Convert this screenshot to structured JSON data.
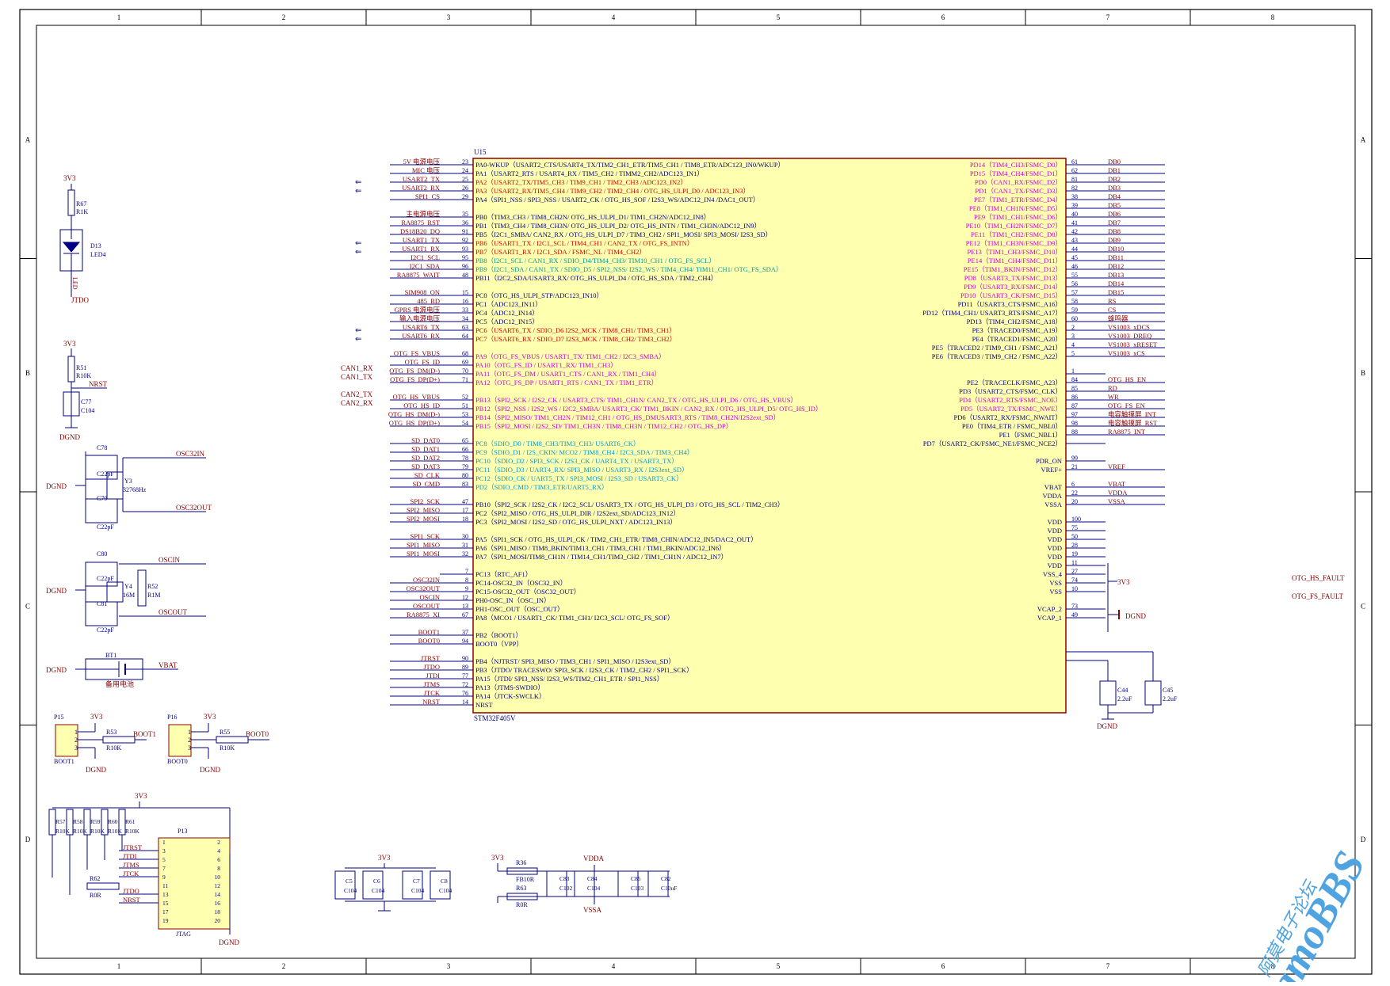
{
  "frame": {
    "col_labels": [
      "1",
      "2",
      "3",
      "4",
      "5",
      "6",
      "7",
      "8"
    ],
    "row_labels": [
      "A",
      "B",
      "C",
      "D"
    ]
  },
  "mcu": {
    "designator": "U15",
    "part": "STM32F405V",
    "left_pins": [
      {
        "net": "5V 电源电压",
        "num": "23",
        "fn": "PA0-WKUP（USART2_CTS/USART4_TX/TIM2_CH1_ETR/TIM5_CH1 / TIM8_ETR/ADC123_IN0/WKUP）",
        "net_c": "#8B0000",
        "fn_c": "#000080"
      },
      {
        "net": "MIC 电压",
        "num": "24",
        "fn": "PA1（USART2_RTS / USART4_RX / TIM5_CH2 / TIMM2_CH2/ADC123_IN1）",
        "net_c": "#8B0000",
        "fn_c": "#000080"
      },
      {
        "net": "USART2_TX",
        "num": "25",
        "fn": "PA2（USART2_TX/TIM5_CH3 / TIM9_CH1 / TIM2_CH3 /ADC123_IN2）",
        "net_c": "#8B0000",
        "fn_c": "#CC0000",
        "arrow": true
      },
      {
        "net": "USART2_RX",
        "num": "26",
        "fn": "PA3（USART2_RX/TIM5_CH4 / TIM9_CH2 / TIM2_CH4 / OTG_HS_ULPI_D0 / ADC123_IN3）",
        "net_c": "#8B0000",
        "fn_c": "#CC0000",
        "arrow": true
      },
      {
        "net": "SPI1_CS",
        "num": "29",
        "fn": "PA4（SPI1_NSS / SPI3_NSS / USART2_CK / OTG_HS_SOF / I2S3_WS/ADC12_IN4 /DAC1_OUT）",
        "net_c": "#8B0000",
        "fn_c": "#000080"
      },
      {
        "net": "主电源电压",
        "num": "35",
        "fn": "PB0（TIM3_CH3 / TIM8_CH2N/ OTG_HS_ULPI_D1/ TIM1_CH2N/ADC12_IN8）",
        "net_c": "#8B0000",
        "fn_c": "#000080"
      },
      {
        "net": "RA8875_RST",
        "num": "36",
        "fn": "PB1（TIM3_CH4 / TIM8_CH3N/ OTG_HS_ULPI_D2/ OTG_HS_INTN / TIM1_CH3N/ADC12_IN9）",
        "net_c": "#8B0000",
        "fn_c": "#000080"
      },
      {
        "net": "DS18B20_DQ",
        "num": "91",
        "fn": "PB5（I2C1_SMBA/ CAN2_RX / OTG_HS_ULPI_D7 / TIM3_CH2 / SPI1_MOSI/ SPI3_MOSI/ I2S3_SD）",
        "net_c": "#8B0000",
        "fn_c": "#000080"
      },
      {
        "net": "USART1_TX",
        "num": "92",
        "fn": "PB6（USART1_TX / I2C1_SCL / TIM4_CH1 / CAN2_TX / OTG_FS_INTN）",
        "net_c": "#8B0000",
        "fn_c": "#CC0000",
        "arrow": true
      },
      {
        "net": "USART1_RX",
        "num": "93",
        "fn": "PB7（USART1_RX / I2C1_SDA / FSMC_NL / TIM4_CH2）",
        "net_c": "#8B0000",
        "fn_c": "#CC0000",
        "arrow": true
      },
      {
        "net": "I2C1_SCL",
        "num": "95",
        "fn": "PB8（I2C1_SCL / CAN1_RX / SDIO_D4/TIM4_CH3/ TIM10_CH1 / OTG_FS_SCL）",
        "net_c": "#8B0000",
        "fn_c": "#009999"
      },
      {
        "net": "I2C1_SDA",
        "num": "96",
        "fn": "PB9（I2C1_SDA / CAN1_TX / SDIO_D5 / SPI2_NSS/ I2S2_WS / TIM4_CH4/ TIM11_CH1/ OTG_FS_SDA）",
        "net_c": "#8B0000",
        "fn_c": "#009999"
      },
      {
        "net": "RA8875_WAIT",
        "num": "48",
        "fn": "PB11（I2C2_SDA/USART3_RX/ OTG_HS_ULPI_D4 / OTG_HS_SDA / TIM2_CH4）",
        "net_c": "#8B0000",
        "fn_c": "#000080"
      },
      {
        "net": "SIM908_ON",
        "num": "15",
        "fn": "PC0（OTG_HS_ULPI_STP/ADC123_IN10）",
        "net_c": "#8B0000",
        "fn_c": "#000080"
      },
      {
        "net": "485_RD",
        "num": "16",
        "fn": "PC1（ADC123_IN11）",
        "net_c": "#8B0000",
        "fn_c": "#000080"
      },
      {
        "net": "GPRS 电源电压",
        "num": "33",
        "fn": "PC4（ADC12_IN14）",
        "net_c": "#8B0000",
        "fn_c": "#000080"
      },
      {
        "net": "输入电源电压",
        "num": "34",
        "fn": "PC5（ADC12_IN15）",
        "net_c": "#8B0000",
        "fn_c": "#000080"
      },
      {
        "net": "USART6_TX",
        "num": "63",
        "fn": "PC6（USART6_TX / SDIO_D6 I2S2_MCK / TIM8_CH1/ TIM3_CH1）",
        "net_c": "#8B0000",
        "fn_c": "#CC0000",
        "arrow": true
      },
      {
        "net": "USART6_RX",
        "num": "64",
        "fn": "PC7（USART6_RX / SDIO_D7 I2S3_MCK / TIM8_CH2/ TIM3_CH2）",
        "net_c": "#8B0000",
        "fn_c": "#CC0000",
        "arrow": true
      },
      {
        "net": "OTG_FS_VBUS",
        "num": "68",
        "fn": "PA9（OTG_FS_VBUS / USART1_TX/ TIM1_CH2 / I2C3_SMBA）",
        "net_c": "#8B0000",
        "fn_c": "#CC00CC"
      },
      {
        "net": "OTG_FS_ID",
        "num": "69",
        "fn": "PA10（OTG_FS_ID / USART1_RX/ TIM1_CH3）",
        "net_c": "#8B0000",
        "fn_c": "#CC00CC"
      },
      {
        "net": "OTG_FS_DM(D-)",
        "num": "70",
        "fn": "PA11（OTG_FS_DM / USART1_CTS / CAN1_RX / TIM1_CH4）",
        "net_c": "#8B0000",
        "fn_c": "#CC00CC"
      },
      {
        "net": "OTG_FS_DP(D+)",
        "num": "71",
        "fn": "PA12（OTG_FS_DP / USART1_RTS / CAN1_TX / TIM1_ETR）",
        "net_c": "#8B0000",
        "fn_c": "#CC00CC"
      },
      {
        "net": "OTG_HS_VBUS",
        "num": "52",
        "fn": "PB13（SPI2_SCK / I2S2_CK / USART3_CTS/ TIM1_CH1N/ CAN2_TX / OTG_HS_ULPI_D6 / OTG_HS_VBUS）",
        "net_c": "#8B0000",
        "fn_c": "#CC00CC"
      },
      {
        "net": "OTG_HS_ID",
        "num": "51",
        "fn": "PB12（SPI2_NSS / I2S2_WS / I2C2_SMBA/ USART3_CK/ TIM1_BKIN / CAN2_RX / OTG_HS_ULPI_D5/ OTG_HS_ID）",
        "net_c": "#8B0000",
        "fn_c": "#CC00CC"
      },
      {
        "net": "OTG_HS_DM(D-)",
        "num": "53",
        "fn": "PB14（SPI2_MISO/ TIM1_CH2N / TIM12_CH1 / OTG_HS_DMUSART3_RTS / TIM8_CH2N/I2S2ext_SD）",
        "net_c": "#8B0000",
        "fn_c": "#CC00CC"
      },
      {
        "net": "OTG_HS_DP(D+)",
        "num": "54",
        "fn": "PB15（SPI2_MOSI / I2S2_SD/ TIM1_CH3N / TIM8_CH3N / TIM12_CH2 / OTG_HS_DP）",
        "net_c": "#8B0000",
        "fn_c": "#CC00CC"
      },
      {
        "net": "SD_DAT0",
        "num": "65",
        "fn": "PC8（SDIO_D0 / TIM8_CH3/TIM3_CH3/ USART6_CK）",
        "net_c": "#8B0000",
        "fn_c": "#0099CC"
      },
      {
        "net": "SD_DAT1",
        "num": "66",
        "fn": "PC9（SDIO_D1 / I2S_CKIN/ MCO2 / TIM8_CH4 / I2C3_SDA / TIM3_CH4）",
        "net_c": "#8B0000",
        "fn_c": "#0099CC"
      },
      {
        "net": "SD_DAT2",
        "num": "78",
        "fn": "PC10（SDIO_D2 / SPI3_SCK / I2S3_CK / UART4_TX / USART3_TX）",
        "net_c": "#8B0000",
        "fn_c": "#0099CC"
      },
      {
        "net": "SD_DAT3",
        "num": "79",
        "fn": "PC11（SDIO_D3 / UART4_RX/ SPI3_MISO / USART3_RX / I2S3ext_SD）",
        "net_c": "#8B0000",
        "fn_c": "#0099CC"
      },
      {
        "net": "SD_CLK",
        "num": "80",
        "fn": "PC12（SDIO_CK / UART5_TX / SPI3_MOSI / I2S3_SD / USART3_CK）",
        "net_c": "#8B0000",
        "fn_c": "#0099CC"
      },
      {
        "net": "SD_CMD",
        "num": "83",
        "fn": "PD2（SDIO_CMD / TIM3_ETR/UART5_RX）",
        "net_c": "#8B0000",
        "fn_c": "#0099CC"
      },
      {
        "net": "SPI2_SCK",
        "num": "47",
        "fn": "PB10（SPI2_SCK / I2S2_CK / I2C2_SCL/ USART3_TX / OTG_HS_ULPI_D3 / OTG_HS_SCL / TIM2_CH3）",
        "net_c": "#8B0000",
        "fn_c": "#000080"
      },
      {
        "net": "SPI2_MISO",
        "num": "17",
        "fn": "PC2（SPI2_MISO / OTG_HS_ULPI_DIR / I2S2ext_SD/ADC123_IN12）",
        "net_c": "#8B0000",
        "fn_c": "#000080"
      },
      {
        "net": "SPI2_MOSI",
        "num": "18",
        "fn": "PC3（SPI2_MOSI / I2S2_SD / OTG_HS_ULPI_NXT / ADC123_IN13）",
        "net_c": "#8B0000",
        "fn_c": "#000080"
      },
      {
        "net": "SPI1_SCK",
        "num": "30",
        "fn": "PA5（SPI1_SCK / OTG_HS_ULPI_CK / TIM2_CH1_ETR/ TIM8_CHIN/ADC12_IN5/DAC2_OUT）",
        "net_c": "#8B0000",
        "fn_c": "#000080"
      },
      {
        "net": "SPI1_MISO",
        "num": "31",
        "fn": "PA6（SPI1_MISO / TIM8_BKIN/TIM13_CH1 / TIM3_CH1 / TIM1_BKIN/ADC12_IN6）",
        "net_c": "#8B0000",
        "fn_c": "#000080"
      },
      {
        "net": "SPI1_MOSI",
        "num": "32",
        "fn": "PA7（SPI1_MOSI/TIM8_CH1N / TIM14_CH1/TIM3_CH2 / TIM1_CH1N / ADC12_IN7）",
        "net_c": "#8B0000",
        "fn_c": "#000080"
      },
      {
        "net": "",
        "num": "7",
        "fn": "PC13（RTC_AF1）",
        "net_c": "#8B0000",
        "fn_c": "#000080"
      },
      {
        "net": "OSC32IN",
        "num": "8",
        "fn": "PC14-OSC32_IN（OSC32_IN）",
        "net_c": "#8B0000",
        "fn_c": "#000080"
      },
      {
        "net": "OSC32OUT",
        "num": "9",
        "fn": "PC15-OSC32_OUT（OSC32_OUT）",
        "net_c": "#8B0000",
        "fn_c": "#000080"
      },
      {
        "net": "OSCIN",
        "num": "12",
        "fn": "PH0-OSC_IN（OSC_IN）",
        "net_c": "#8B0000",
        "fn_c": "#000080"
      },
      {
        "net": "OSCOUT",
        "num": "13",
        "fn": "PH1-OSC_OUT（OSC_OUT）",
        "net_c": "#8B0000",
        "fn_c": "#000080"
      },
      {
        "net": "RA8875_XI",
        "num": "67",
        "fn": "PA8（MCO1 / USART1_CK/ TIM1_CH1/ I2C3_SCL/ OTG_FS_SOF）",
        "net_c": "#8B0000",
        "fn_c": "#000080"
      },
      {
        "net": "BOOT1",
        "num": "37",
        "fn": "PB2（BOOT1）",
        "net_c": "#8B0000",
        "fn_c": "#000080"
      },
      {
        "net": "BOOT0",
        "num": "94",
        "fn": "BOOT0（VPP）",
        "net_c": "#8B0000",
        "fn_c": "#000080"
      },
      {
        "net": "JTRST",
        "num": "90",
        "fn": "PB4（NJTRST/ SPI3_MISO / TIM3_CH1 / SPI1_MISO / I2S3ext_SD）",
        "net_c": "#8B0000",
        "fn_c": "#000080"
      },
      {
        "net": "JTDO",
        "num": "89",
        "fn": "PB3（JTDO/ TRACESWO/ SPI3_SCK / I2S3_CK / TIM2_CH2 / SPI1_SCK）",
        "net_c": "#8B0000",
        "fn_c": "#000080"
      },
      {
        "net": "JTDI",
        "num": "77",
        "fn": "PA15（JTDI/ SPI3_NSS/ I2S3_WS/TIM2_CH1_ETR / SPI1_NSS）",
        "net_c": "#8B0000",
        "fn_c": "#000080"
      },
      {
        "net": "JTMS",
        "num": "72",
        "fn": "PA13（JTMS-SWDIO）",
        "net_c": "#8B0000",
        "fn_c": "#000080"
      },
      {
        "net": "JTCK",
        "num": "76",
        "fn": "PA14（JTCK-SWCLK）",
        "net_c": "#8B0000",
        "fn_c": "#000080"
      },
      {
        "net": "NRST",
        "num": "14",
        "fn": "NRST",
        "net_c": "#8B0000",
        "fn_c": "#000080"
      }
    ],
    "right_pins": [
      {
        "fn": "PD14（TIM4_CH3/FSMC_D0）",
        "num": "61",
        "net": "DB0",
        "fn_c": "#CC00CC"
      },
      {
        "fn": "PD15（TIM4_CH4/FSMC_D1）",
        "num": "62",
        "net": "DB1",
        "fn_c": "#CC00CC"
      },
      {
        "fn": "PD0（CAN1_RX/FSMC_D2）",
        "num": "81",
        "net": "DB2",
        "fn_c": "#CC00CC"
      },
      {
        "fn": "PD1（CAN1_TX/FSMC_D3）",
        "num": "82",
        "net": "DB3",
        "fn_c": "#CC00CC"
      },
      {
        "fn": "PE7（TIM1_ETR/FSMC_D4）",
        "num": "38",
        "net": "DB4",
        "fn_c": "#CC00CC"
      },
      {
        "fn": "PE8（TIM1_CH1N/FSMC_D5）",
        "num": "39",
        "net": "DB5",
        "fn_c": "#CC00CC"
      },
      {
        "fn": "PE9（TIM1_CH1/FSMC_D6）",
        "num": "40",
        "net": "DB6",
        "fn_c": "#CC00CC"
      },
      {
        "fn": "PE10（TIM1_CH2N/FSMC_D7）",
        "num": "41",
        "net": "DB7",
        "fn_c": "#CC00CC"
      },
      {
        "fn": "PE11（TIM1_CH2/FSMC_D8）",
        "num": "42",
        "net": "DB8",
        "fn_c": "#CC00CC"
      },
      {
        "fn": "PE12（TIM1_CH3N/FSMC_D9）",
        "num": "43",
        "net": "DB9",
        "fn_c": "#CC00CC"
      },
      {
        "fn": "PE13（TIM1_CH3/FSMC_D10）",
        "num": "44",
        "net": "DB10",
        "fn_c": "#CC00CC"
      },
      {
        "fn": "PE14（TIM1_CH4/FSMC_D11）",
        "num": "45",
        "net": "DB11",
        "fn_c": "#CC00CC"
      },
      {
        "fn": "PE15（TIM1_BKIN/FSMC_D12）",
        "num": "46",
        "net": "DB12",
        "fn_c": "#CC00CC"
      },
      {
        "fn": "PD8（USART3_TX/FSMC_D13）",
        "num": "55",
        "net": "DB13",
        "fn_c": "#CC00CC"
      },
      {
        "fn": "PD9（USART3_RX/FSMC_D14）",
        "num": "56",
        "net": "DB14",
        "fn_c": "#CC00CC"
      },
      {
        "fn": "PD10（USART3_CK/FSMC_D15）",
        "num": "57",
        "net": "DB15",
        "fn_c": "#CC00CC"
      },
      {
        "fn": "PD11（USART3_CTS/FSMC_A16）",
        "num": "58",
        "net": "RS",
        "fn_c": "#000080"
      },
      {
        "fn": "PD12（TIM4_CH1/ USART3_RTS/FSMC_A17）",
        "num": "59",
        "net": "CS",
        "fn_c": "#000080"
      },
      {
        "fn": "PD13（TIM4_CH2/FSMC_A18）",
        "num": "60",
        "net": "蜂鸣器",
        "fn_c": "#000080"
      },
      {
        "fn": "PE3（TRACED0/FSMC_A19）",
        "num": "2",
        "net": "VS1003_xDCS",
        "fn_c": "#000080"
      },
      {
        "fn": "PE4（TRACED1/FSMC_A20）",
        "num": "3",
        "net": "VS1003_DREQ",
        "fn_c": "#000080"
      },
      {
        "fn": "PE5（TRACED2 / TIM9_CH1 / FSMC_A21）",
        "num": "4",
        "net": "VS1003_xRESET",
        "fn_c": "#000080"
      },
      {
        "fn": "PE6（TRACED3 / TIM9_CH2 / FSMC_A22）",
        "num": "5",
        "net": "VS1003_xCS",
        "fn_c": "#000080"
      },
      {
        "fn": "",
        "num": "1",
        "net": "",
        "fn_c": "#000080"
      },
      {
        "fn": "PE2（TRACECLK/FSMC_A23）",
        "num": "84",
        "net": "OTG_HS_EN",
        "fn_c": "#000080"
      },
      {
        "fn": "PD3（USART2_CTS/FSMC_CLK）",
        "num": "85",
        "net": "RD",
        "fn_c": "#000080"
      },
      {
        "fn": "PD4（USART2_RTS/FSMC_NOE）",
        "num": "86",
        "net": "WR",
        "fn_c": "#CC00CC"
      },
      {
        "fn": "PD5（USART2_TX/FSMC_NWE）",
        "num": "87",
        "net": "OTG_FS_EN",
        "fn_c": "#CC00CC"
      },
      {
        "fn": "PD6（USART2_RX/FSMC_NWAIT）",
        "num": "97",
        "net": "电容触摸屏_INT",
        "fn_c": "#000080"
      },
      {
        "fn": "PE0（TIM4_ETR / FSMC_NBL0）",
        "num": "98",
        "net": "电容触摸屏_RST",
        "fn_c": "#000080"
      },
      {
        "fn": "PE1（FSMC_NBL1）",
        "num": "88",
        "net": "RA8875_INT",
        "fn_c": "#000080"
      },
      {
        "fn": "PD7（USART2_CK/FSMC_NE1/FSMC_NCE2）",
        "num": "",
        "net": "",
        "fn_c": "#000080"
      },
      {
        "fn": "PDR_ON",
        "num": "99",
        "net": "",
        "fn_c": "#000080"
      },
      {
        "fn": "VREF+",
        "num": "21",
        "net": "VREF",
        "fn_c": "#000080"
      },
      {
        "fn": "VBAT",
        "num": "6",
        "net": "VBAT",
        "fn_c": "#000080"
      },
      {
        "fn": "VDDA",
        "num": "22",
        "net": "VDDA",
        "fn_c": "#000080"
      },
      {
        "fn": "VSSA",
        "num": "20",
        "net": "VSSA",
        "fn_c": "#000080"
      },
      {
        "fn": "VDD",
        "num": "100",
        "net": "",
        "fn_c": "#000080"
      },
      {
        "fn": "VDD",
        "num": "75",
        "net": "",
        "fn_c": "#000080"
      },
      {
        "fn": "VDD",
        "num": "50",
        "net": "",
        "fn_c": "#000080"
      },
      {
        "fn": "VDD",
        "num": "28",
        "net": "",
        "fn_c": "#000080"
      },
      {
        "fn": "VDD",
        "num": "19",
        "net": "",
        "fn_c": "#000080"
      },
      {
        "fn": "VDD",
        "num": "11",
        "net": "",
        "fn_c": "#000080"
      },
      {
        "fn": "VSS_4",
        "num": "27",
        "net": "",
        "fn_c": "#000080"
      },
      {
        "fn": "VSS",
        "num": "74",
        "net": "",
        "fn_c": "#000080"
      },
      {
        "fn": "VSS",
        "num": "10",
        "net": "",
        "fn_c": "#000080"
      },
      {
        "fn": "VCAP_2",
        "num": "73",
        "net": "",
        "fn_c": "#000080"
      },
      {
        "fn": "VCAP_1",
        "num": "49",
        "net": "",
        "fn_c": "#000080"
      }
    ],
    "vdd_net": "3V3",
    "vss_net": "DGND",
    "can_labels": [
      "CAN1_RX",
      "CAN1_TX",
      "CAN2_TX",
      "CAN2_RX"
    ],
    "fault_labels": [
      "OTG_HS_FAULT",
      "OTG_FS_FAULT"
    ],
    "c44": {
      "ref": "C44",
      "val": "2.2uF"
    },
    "c45": {
      "ref": "C45",
      "val": "2.2uF"
    },
    "vcap_gnd": "DGND"
  },
  "led_block": {
    "vcc": "3V3",
    "r_ref": "R67",
    "r_val": "R1K",
    "d_ref": "D13",
    "d_val": "LED4",
    "net": "JTDO",
    "sub": "LED"
  },
  "nrst_block": {
    "vcc": "3V3",
    "r_ref": "R51",
    "r_val": "R10K",
    "net": "NRST",
    "c_ref": "C77",
    "c_val": "C104",
    "gnd": "DGND"
  },
  "osc32_block": {
    "c1_ref": "C78",
    "c1_val": "C22pF",
    "c2_ref": "C79",
    "c2_val": "C22pF",
    "y_ref": "Y3",
    "y_val": "32768Hz",
    "in_net": "OSC32IN",
    "out_net": "OSC32OUT",
    "gnd": "DGND"
  },
  "osc_block": {
    "c1_ref": "C80",
    "c1_val": "C22pF",
    "c2_ref": "C81",
    "c2_val": "C22pF",
    "y_ref": "Y4",
    "y_val": "16M",
    "r_ref": "R52",
    "r_val": "R1M",
    "in_net": "OSCIN",
    "out_net": "OSCOUT",
    "gnd": "DGND"
  },
  "bat_block": {
    "ref": "BT1",
    "label": "备用电池",
    "net": "VBAT",
    "gnd": "DGND"
  },
  "boot1_block": {
    "ref": "P15",
    "vcc": "3V3",
    "pins": [
      "1",
      "2",
      "3"
    ],
    "r_ref": "R53",
    "r_val": "R10K",
    "net": "BOOT1",
    "label": "BOOT1",
    "gnd": "DGND"
  },
  "boot0_block": {
    "ref": "P16",
    "vcc": "3V3",
    "pins": [
      "1",
      "2",
      "3"
    ],
    "r_ref": "R55",
    "r_val": "R10K",
    "net": "BOOT0",
    "label": "BOOT0",
    "gnd": "DGND"
  },
  "jtag_block": {
    "vcc": "3V3",
    "resistors": [
      {
        "ref": "R57",
        "val": "R10K"
      },
      {
        "ref": "R58",
        "val": "R10K"
      },
      {
        "ref": "R59",
        "val": "R10K"
      },
      {
        "ref": "R60",
        "val": "R10K"
      },
      {
        "ref": "R61",
        "val": "R10K"
      }
    ],
    "r62": {
      "ref": "R62",
      "val": "R0R"
    },
    "ref": "P13",
    "label": "JTAG",
    "gnd": "DGND",
    "left_nums": [
      "1",
      "3",
      "5",
      "7",
      "9",
      "11",
      "13",
      "15",
      "17",
      "19"
    ],
    "right_nums": [
      "2",
      "4",
      "6",
      "8",
      "10",
      "12",
      "14",
      "16",
      "18",
      "20"
    ],
    "nets": [
      "JTRST",
      "JTDI",
      "JTMS",
      "JTCK",
      "",
      "JTDO",
      "NRST"
    ]
  },
  "decoupling_block": {
    "vcc": "3V3",
    "caps": [
      {
        "ref": "C5",
        "val": "C104"
      },
      {
        "ref": "C6",
        "val": "C104"
      },
      {
        "ref": "C7",
        "val": "C104"
      },
      {
        "ref": "C8",
        "val": "C104"
      }
    ]
  },
  "analog_block": {
    "vcc": "3V3",
    "vdda": "VDDA",
    "vssa": "VSSA",
    "r36": {
      "ref": "R36",
      "val": "FB10R"
    },
    "r63": {
      "ref": "R63",
      "val": "R0R"
    },
    "caps": [
      {
        "ref": "C83",
        "val": "C102"
      },
      {
        "ref": "C84",
        "val": "C104"
      },
      {
        "ref": "C85",
        "val": "C103"
      },
      {
        "ref": "C82",
        "val": "C10uF"
      }
    ]
  },
  "watermark": {
    "cn": "阿莫电子论坛",
    "en": "amoBBS"
  }
}
